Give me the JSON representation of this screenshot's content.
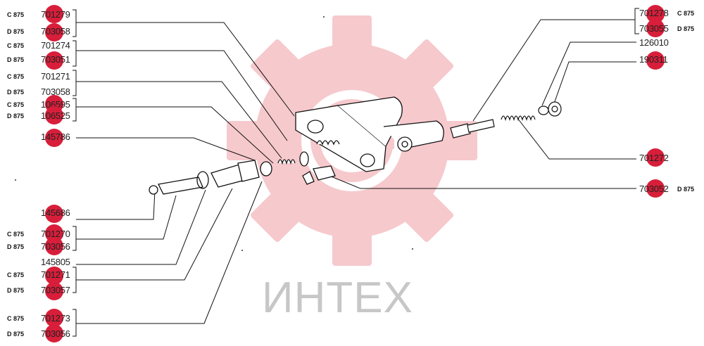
{
  "watermark": {
    "brand_text": "ИНТЕХ",
    "gear_color": "#f6c9cd",
    "dot_color": "#d81e3a"
  },
  "left_callouts": [
    {
      "model": "C 875",
      "part": "701279"
    },
    {
      "model": "D 875",
      "part": "703058"
    },
    {
      "model": "C 875",
      "part": "701274"
    },
    {
      "model": "D 875",
      "part": "703051"
    },
    {
      "model": "C 875",
      "part": "701271"
    },
    {
      "model": "D 875",
      "part": "703058"
    },
    {
      "model": "C 875",
      "part": "106595"
    },
    {
      "model": "D 875",
      "part": "106525"
    },
    {
      "model": "",
      "part": "145786"
    },
    {
      "model": "",
      "part": "145686"
    },
    {
      "model": "C 875",
      "part": "701270"
    },
    {
      "model": "D 875",
      "part": "703056"
    },
    {
      "model": "",
      "part": "145805"
    },
    {
      "model": "C 875",
      "part": "701271"
    },
    {
      "model": "D 875",
      "part": "703057"
    },
    {
      "model": "C 875",
      "part": "701273"
    },
    {
      "model": "D 875",
      "part": "703056"
    }
  ],
  "right_callouts": [
    {
      "model": "C 875",
      "part": "701278"
    },
    {
      "model": "D 875",
      "part": "703055"
    },
    {
      "model": "",
      "part": "126010"
    },
    {
      "model": "",
      "part": "190311"
    },
    {
      "model": "",
      "part": "701272"
    },
    {
      "model": "D 875",
      "part": "703052"
    }
  ]
}
